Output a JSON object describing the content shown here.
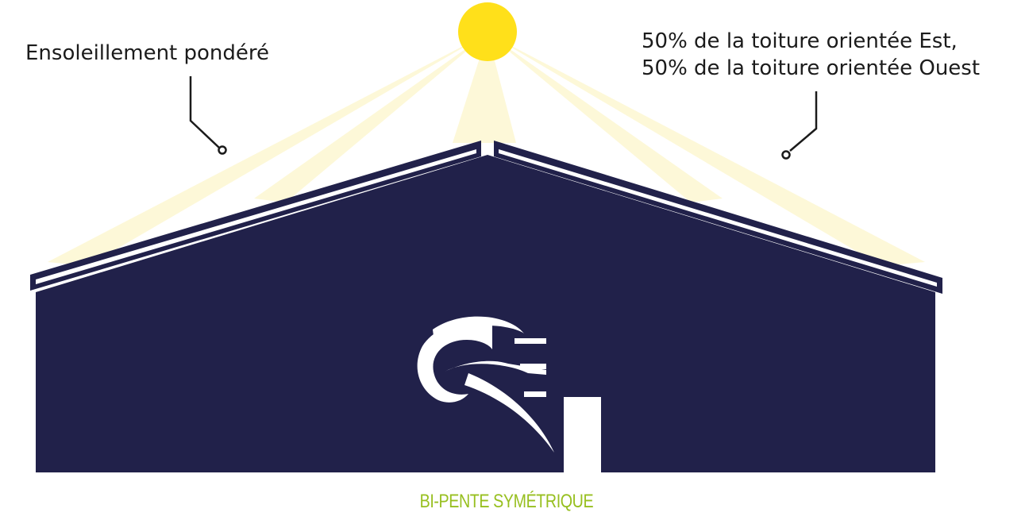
{
  "callouts": {
    "left": "Ensoleillement pondéré",
    "right_line1": "50% de la toiture orientée Est,",
    "right_line2": "50% de la toiture orientée Ouest"
  },
  "caption": "BI-PENTE SYMÉTRIQUE",
  "colors": {
    "building": "#21214a",
    "sun": "#ffe01a",
    "rays": "#fdf8d8",
    "caption": "#97bf1f",
    "logo": "#ffffff",
    "text": "#1b1b1b"
  },
  "icons": {
    "sun": "sun-icon",
    "logo": "cre-logo"
  }
}
